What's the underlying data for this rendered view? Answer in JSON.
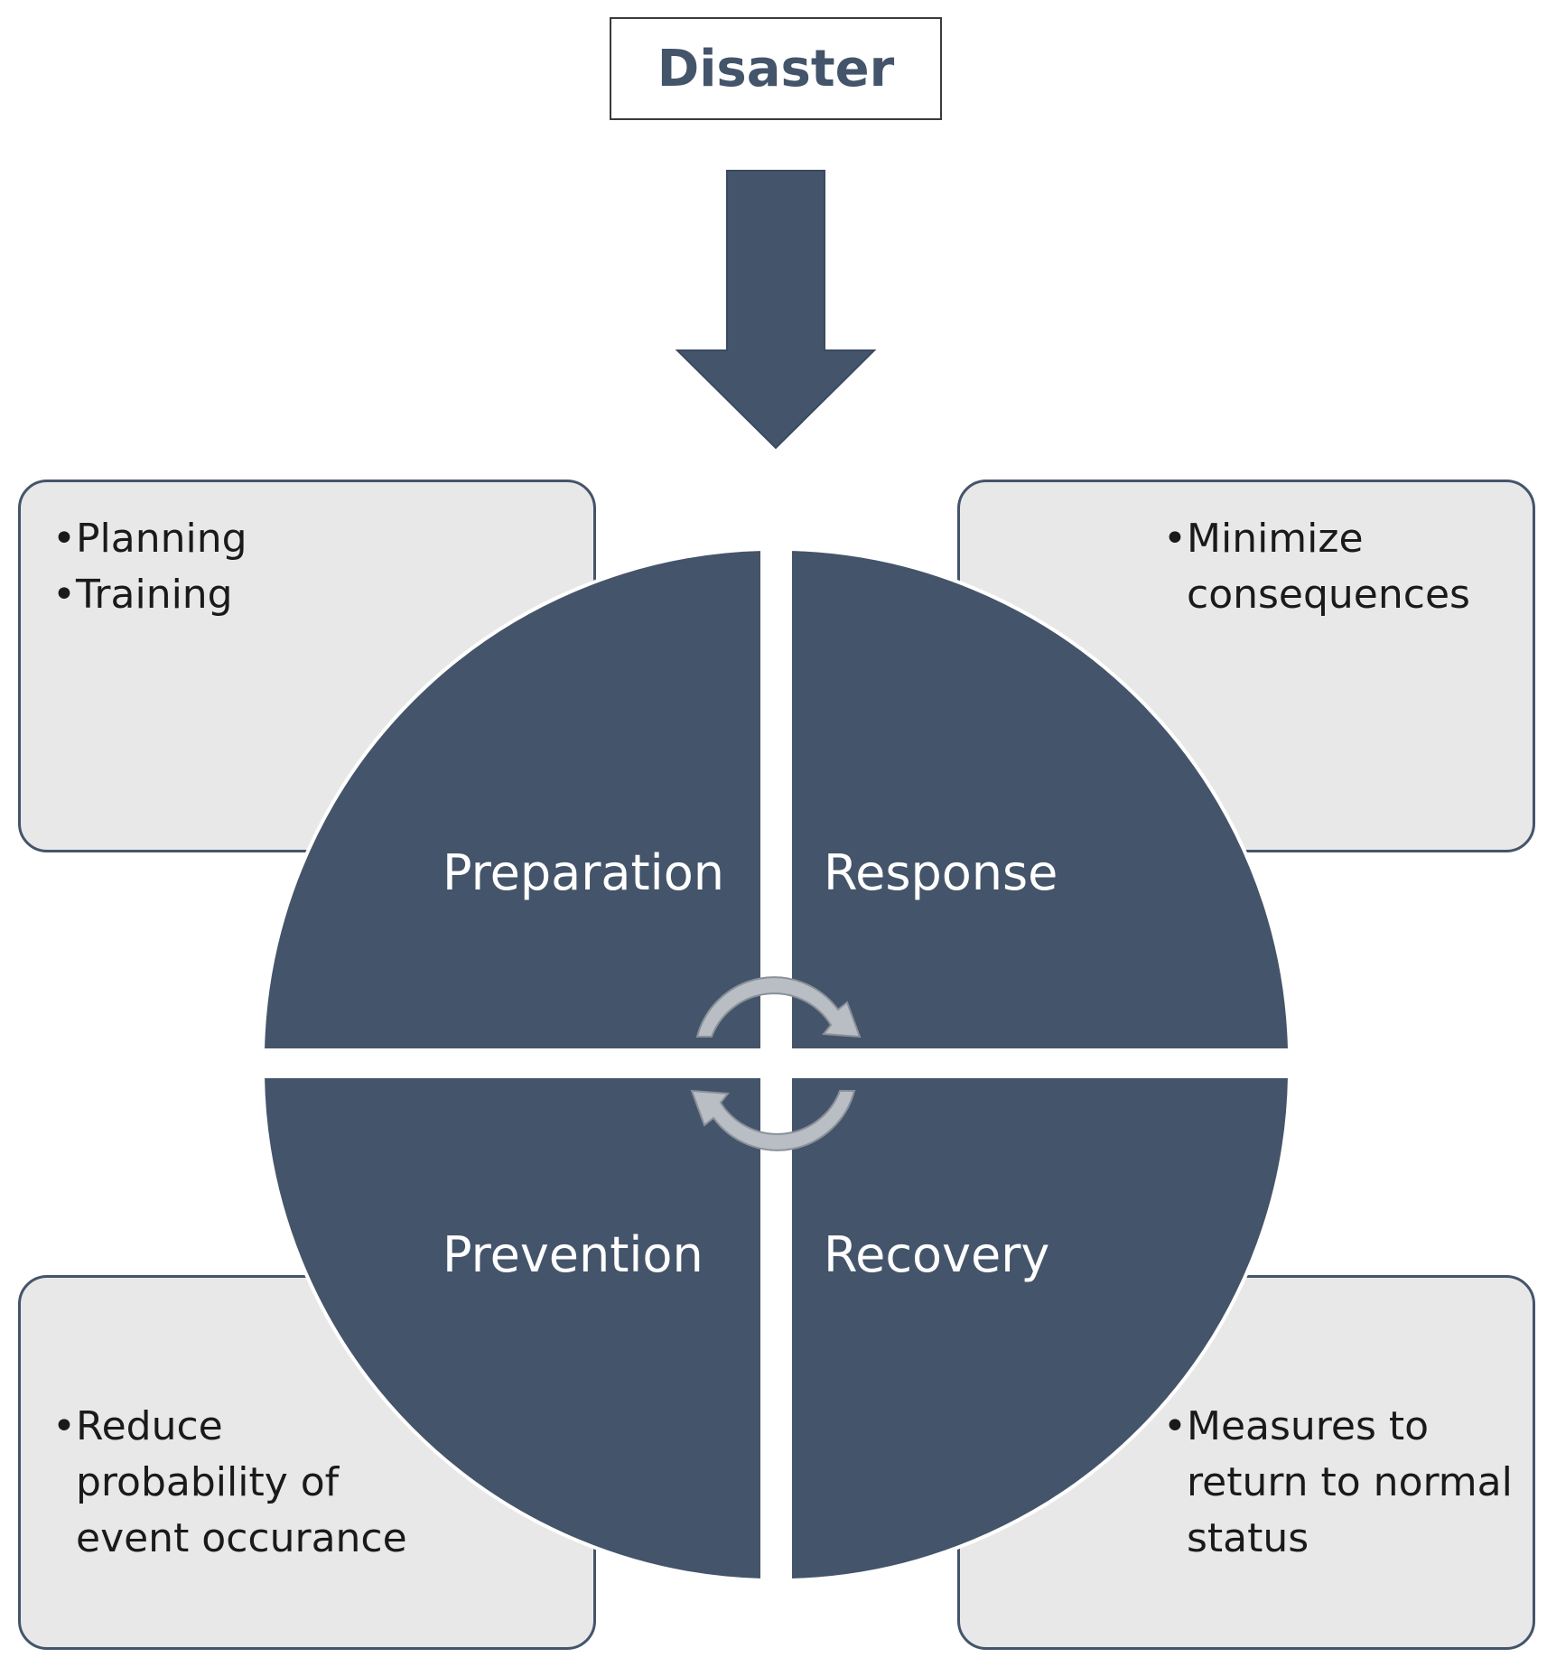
{
  "title": "Disaster",
  "quadrants": {
    "top_left": "Preparation",
    "top_right": "Response",
    "bottom_left": "Prevention",
    "bottom_right": "Recovery"
  },
  "notes": {
    "top_left": [
      "Planning",
      "Training"
    ],
    "top_right": [
      "Minimize consequences"
    ],
    "bottom_left": [
      "Reduce probability of event occurance"
    ],
    "bottom_right": [
      "Measures to return to normal status"
    ]
  },
  "bullet_symbol": "•",
  "colors": {
    "primary": "#44546a",
    "box_fill": "#e8e8e8",
    "cycle_arrows": "#b9bec4"
  },
  "icons": [
    "down-arrow-icon",
    "cycle-arrow-icon"
  ]
}
